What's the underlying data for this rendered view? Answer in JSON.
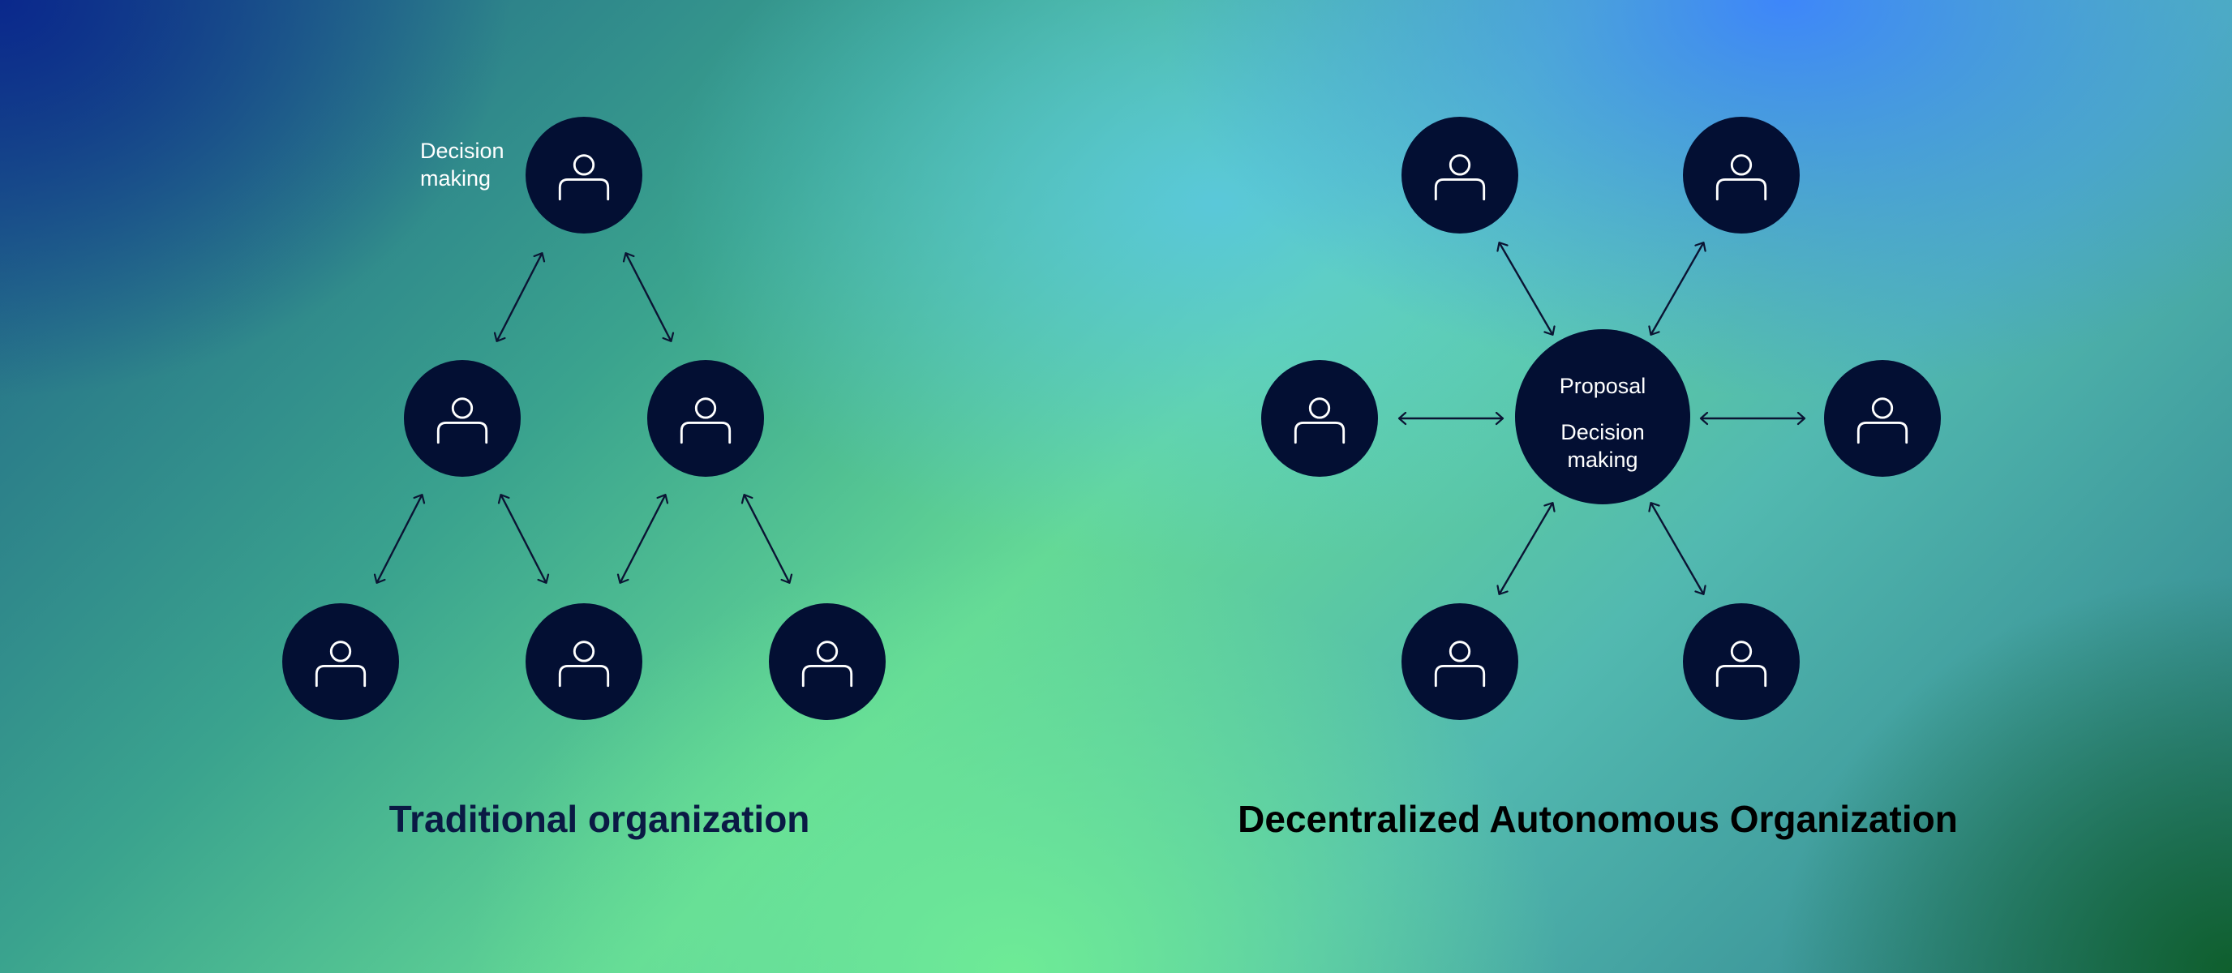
{
  "colors": {
    "node_fill": "#030f33",
    "icon_stroke": "#ffffff",
    "arrow": "#0b1433",
    "heading_left": "#0a1a44",
    "heading_right": "#000000",
    "label_text": "#ffffff"
  },
  "icon": "person-icon",
  "traditional": {
    "title": "Traditional organization",
    "top_label_line1": "Decision",
    "top_label_line2": "making"
  },
  "dao": {
    "title": "Decentralized Autonomous Organization",
    "hub_label_proposal": "Proposal",
    "hub_label_line1": "Decision",
    "hub_label_line2": "making"
  }
}
